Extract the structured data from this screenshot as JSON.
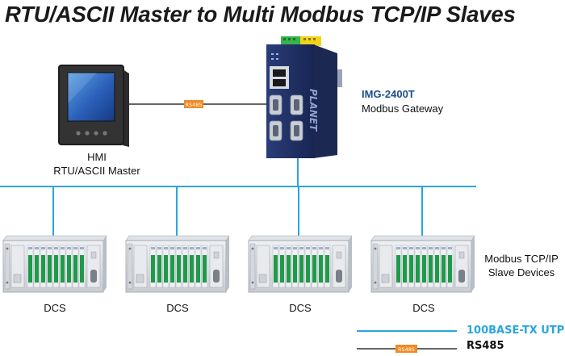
{
  "title": "RTU/ASCII Master to Multi Modbus TCP/IP Slaves",
  "hmi": {
    "line1": "HMI",
    "line2": "RTU/ASCII Master"
  },
  "gateway": {
    "model": "IMG-2400T",
    "description": "Modbus Gateway",
    "brand": "PLANET"
  },
  "link_tag": "RS485",
  "slaves": {
    "line1": "Modbus TCP/IP",
    "line2": "Slave Devices",
    "devices": [
      {
        "label": "DCS"
      },
      {
        "label": "DCS"
      },
      {
        "label": "DCS"
      },
      {
        "label": "DCS"
      }
    ]
  },
  "legend": {
    "utp": "100BASE-TX UTP",
    "rs485": "RS485",
    "rs485_tag": "RS485"
  },
  "colors": {
    "utp": "#29a6dd",
    "rs485": "#333333",
    "tag": "#f08a24",
    "gateway_body": "#1f2f63",
    "terminal_green": "#35b44a",
    "terminal_yellow": "#f2d41c",
    "module_green": "#1f9a4a"
  }
}
